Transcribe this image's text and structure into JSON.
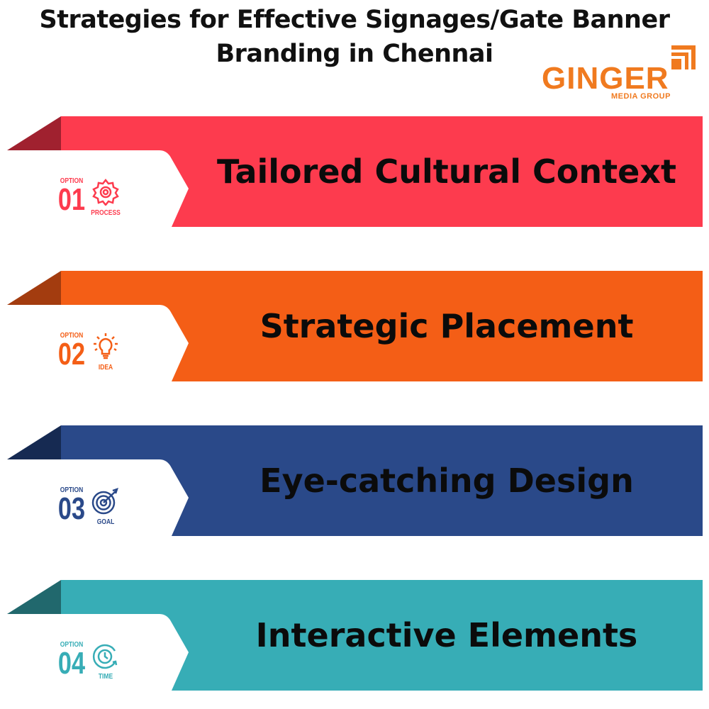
{
  "title": {
    "line1": "Strategies for Effective Signages/Gate Banner",
    "line2": "Branding in Chennai"
  },
  "logo": {
    "word": "GINGER",
    "subtitle": "MEDIA GROUP",
    "color": "#f07a1f",
    "icon": "corner-bars-icon"
  },
  "options": [
    {
      "option_label": "OPTION",
      "number": "01",
      "icon": "gear-icon",
      "caption": "PROCESS",
      "text": "Tailored Cultural Context",
      "color": "#fd3b4e",
      "fold_color": "#a0212f"
    },
    {
      "option_label": "OPTION",
      "number": "02",
      "icon": "lightbulb-icon",
      "caption": "IDEA",
      "text": "Strategic Placement",
      "color": "#f45e16",
      "fold_color": "#a33c0f"
    },
    {
      "option_label": "OPTION",
      "number": "03",
      "icon": "target-icon",
      "caption": "GOAL",
      "text": "Eye-catching Design",
      "color": "#2a4989",
      "fold_color": "#162a52"
    },
    {
      "option_label": "OPTION",
      "number": "04",
      "icon": "clock-icon",
      "caption": "TIME",
      "text": "Interactive Elements",
      "color": "#37adb6",
      "fold_color": "#21686d"
    }
  ]
}
